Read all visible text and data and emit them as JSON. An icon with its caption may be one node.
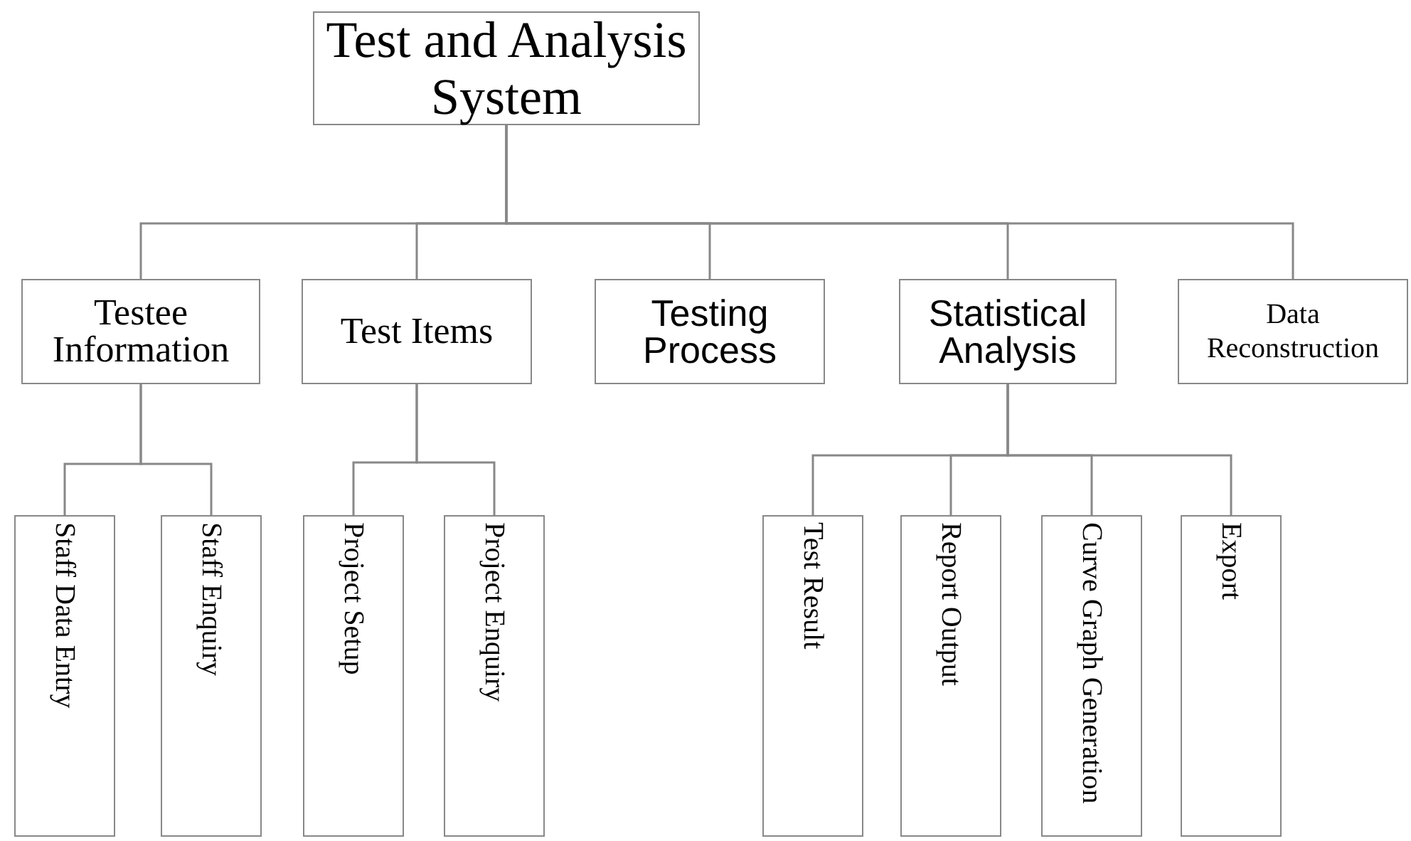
{
  "diagram": {
    "nodes": [
      {
        "text": [
          "Test and Analysis System"
        ]
      },
      {
        "text": [
          "Testee Information"
        ]
      },
      {
        "text": [
          "Test Items"
        ]
      },
      {
        "text": [
          "Testing Process"
        ]
      },
      {
        "text": [
          "Statistical Analysis"
        ]
      },
      {
        "text": [
          "Data Reconstruction"
        ]
      },
      {
        "text": [
          "Staff Data Entry"
        ]
      },
      {
        "text": [
          "Staff Enquiry"
        ]
      },
      {
        "text": [
          "Project Setup"
        ]
      },
      {
        "text": [
          "Project Enquiry"
        ]
      },
      {
        "text": [
          "Test Result"
        ]
      },
      {
        "text": [
          "Report Output"
        ]
      },
      {
        "text": [
          "Curve Graph Generation"
        ]
      },
      {
        "text": [
          "Export"
        ]
      }
    ],
    "edges": [
      {
        "from": 0,
        "to": 1,
        "arrow": "none"
      },
      {
        "from": 0,
        "to": 2,
        "arrow": "none"
      },
      {
        "from": 0,
        "to": 3,
        "arrow": "none"
      },
      {
        "from": 0,
        "to": 4,
        "arrow": "none"
      },
      {
        "from": 0,
        "to": 5,
        "arrow": "none"
      },
      {
        "from": 1,
        "to": 6,
        "arrow": "none"
      },
      {
        "from": 1,
        "to": 7,
        "arrow": "none"
      },
      {
        "from": 2,
        "to": 8,
        "arrow": "none"
      },
      {
        "from": 2,
        "to": 9,
        "arrow": "none"
      },
      {
        "from": 4,
        "to": 10,
        "arrow": "none"
      },
      {
        "from": 4,
        "to": 11,
        "arrow": "none"
      },
      {
        "from": 4,
        "to": 12,
        "arrow": "none"
      },
      {
        "from": 4,
        "to": 13,
        "arrow": "none"
      }
    ]
  }
}
